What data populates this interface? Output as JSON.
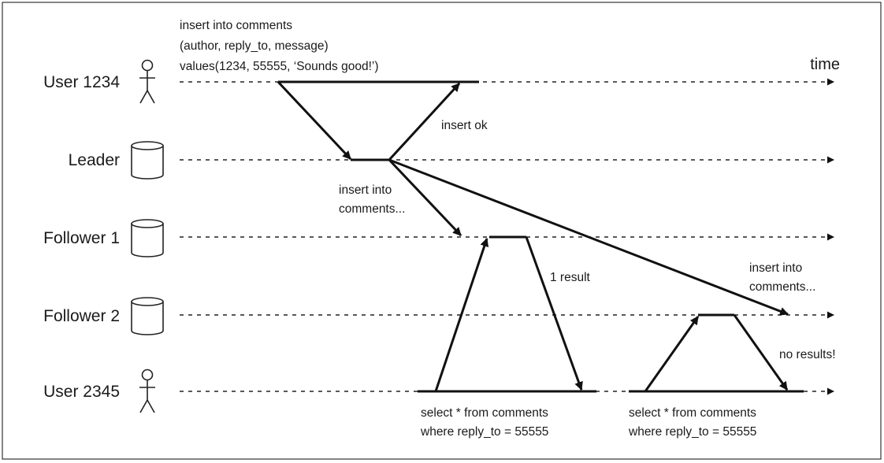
{
  "actors": {
    "user1234": "User 1234",
    "leader": "Leader",
    "follower1": "Follower 1",
    "follower2": "Follower 2",
    "user2345": "User 2345"
  },
  "time_label": "time",
  "notes": {
    "insert_query": [
      "insert into comments",
      "(author, reply_to, message)",
      "values(1234, 55555, ‘Sounds good!’)"
    ],
    "insert_ok": "insert ok",
    "replicate_f1": [
      "insert into",
      "comments..."
    ],
    "replicate_f2": [
      "insert into",
      "comments..."
    ],
    "one_result": "1 result",
    "no_results": "no results!",
    "select_1": [
      "select * from comments",
      "where reply_to = 55555"
    ],
    "select_2": [
      "select * from comments",
      "where reply_to = 55555"
    ]
  }
}
